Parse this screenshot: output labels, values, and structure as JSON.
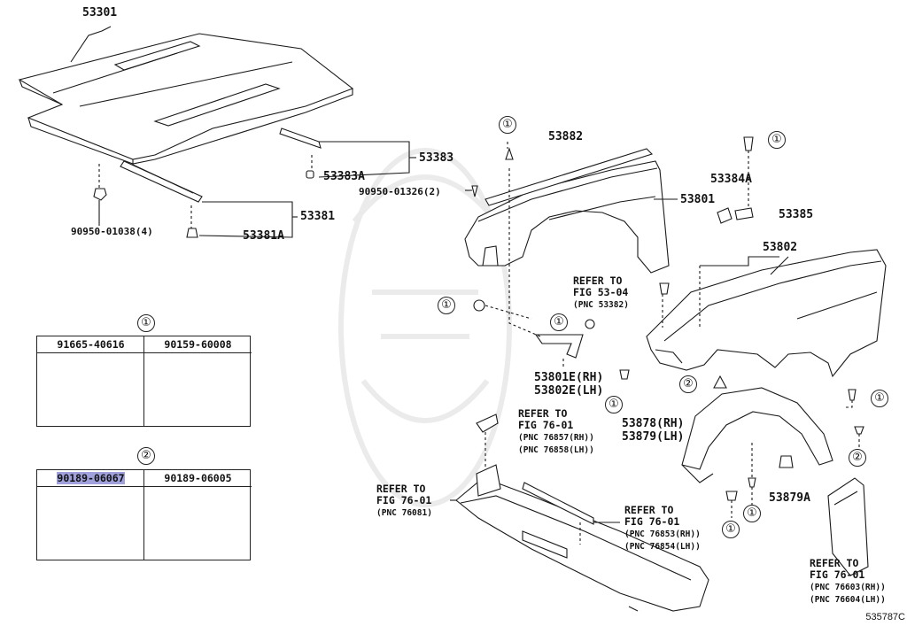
{
  "parts": {
    "p53301": "53301",
    "p53383": "53383",
    "p53383A": "53383A",
    "p90950_01326": "90950-01326(2)",
    "p90950_01038": "90950-01038(4)",
    "p53381": "53381",
    "p53381A": "53381A",
    "p53882": "53882",
    "p53801": "53801",
    "p53384A": "53384A",
    "p53385": "53385",
    "p53802": "53802",
    "p53801E": "53801E(RH)",
    "p53802E": "53802E(LH)",
    "p53878": "53878(RH)",
    "p53879": "53879(LH)",
    "p53879A": "53879A"
  },
  "symbols": {
    "one": "①",
    "two": "②"
  },
  "refs": {
    "r1": {
      "l1": "REFER TO",
      "l2": "FIG 53-04",
      "l3": "(PNC 53382)"
    },
    "r2": {
      "l1": "REFER TO",
      "l2": "FIG 76-01",
      "l3": "(PNC 76857(RH))",
      "l4": "(PNC 76858(LH))"
    },
    "r3": {
      "l1": "REFER TO",
      "l2": "FIG 76-01",
      "l3": "(PNC 76081)"
    },
    "r4": {
      "l1": "REFER TO",
      "l2": "FIG 76-01",
      "l3": "(PNC 76853(RH))",
      "l4": "(PNC 76854(LH))"
    },
    "r5": {
      "l1": "REFER TO",
      "l2": "FIG 76-01",
      "l3": "(PNC 76603(RH))",
      "l4": "(PNC 76604(LH))"
    }
  },
  "table1": {
    "c1": "91665-40616",
    "c2": "90159-60008"
  },
  "table2": {
    "c1": "90189-06067",
    "c2": "90189-06005"
  },
  "colors": {
    "highlight": "#9fa0dc",
    "ink": "#111111"
  },
  "diagram_code": "535787C"
}
